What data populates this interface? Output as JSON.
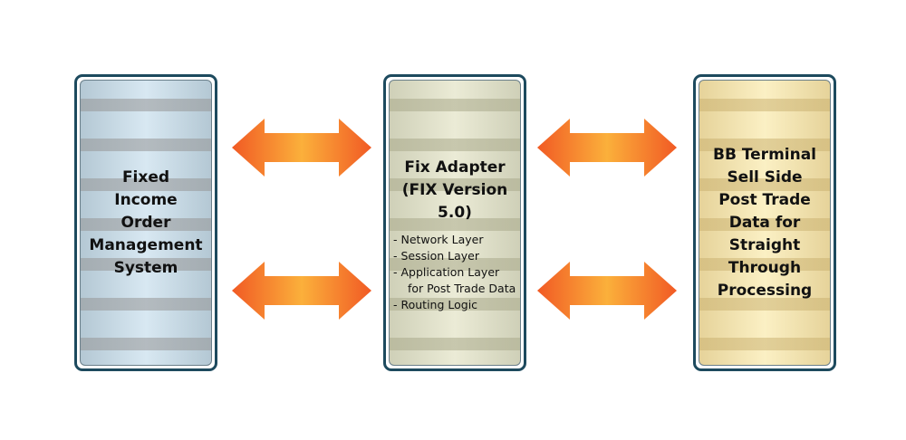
{
  "boxes": [
    {
      "title_lines": [
        "Fixed",
        "Income",
        "Order",
        "Management",
        "System"
      ]
    },
    {
      "title_lines": [
        "Fix Adapter",
        "(FIX Version 5.0)"
      ],
      "items": [
        "- Network Layer",
        "- Session Layer",
        "- Application Layer",
        "  for Post Trade Data",
        "- Routing Logic"
      ]
    },
    {
      "title_lines": [
        "BB Terminal",
        "Sell Side",
        "Post Trade",
        "Data for",
        "Straight",
        "Through",
        "Processing"
      ]
    }
  ],
  "colors": {
    "border": "#1d4a5e",
    "arrow_edge": "#f15a24",
    "arrow_center": "#fbb03b"
  }
}
